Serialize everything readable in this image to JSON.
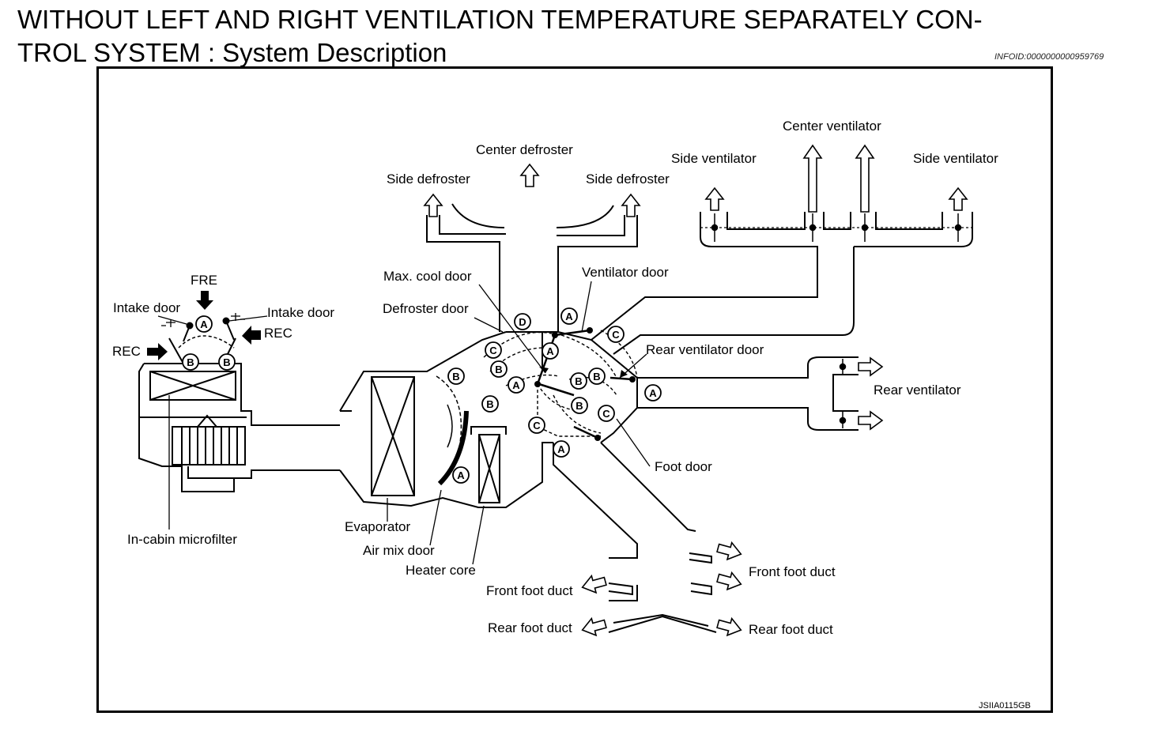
{
  "header": {
    "title_line1": "WITHOUT LEFT AND RIGHT VENTILATION TEMPERATURE SEPARATELY CON-",
    "title_line2": "TROL SYSTEM : System Description",
    "info_id": "INFOID:0000000000959769"
  },
  "diagram": {
    "figure_code": "JSIIA0115GB",
    "labels": {
      "center_defroster": "Center defroster",
      "side_defroster_left": "Side defroster",
      "side_defroster_right": "Side defroster",
      "center_ventilator": "Center ventilator",
      "side_ventilator_left": "Side ventilator",
      "side_ventilator_right": "Side ventilator",
      "max_cool_door": "Max. cool door",
      "ventilator_door": "Ventilator door",
      "defroster_door": "Defroster door",
      "rear_ventilator_door": "Rear ventilator door",
      "rear_ventilator": "Rear ventilator",
      "fre": "FRE",
      "intake_door_left": "Intake door",
      "intake_door_right": "Intake door",
      "rec_left": "REC",
      "rec_right": "REC",
      "foot_door": "Foot door",
      "evaporator": "Evaporator",
      "air_mix_door": "Air mix door",
      "heater_core": "Heater core",
      "in_cabin_microfilter": "In-cabin microfilter",
      "front_foot_duct_left": "Front foot duct",
      "front_foot_duct_right": "Front foot duct",
      "rear_foot_duct_left": "Rear foot duct",
      "rear_foot_duct_right": "Rear foot duct"
    },
    "door_letters": {
      "a": "A",
      "b": "B",
      "c": "C",
      "d": "D"
    }
  }
}
